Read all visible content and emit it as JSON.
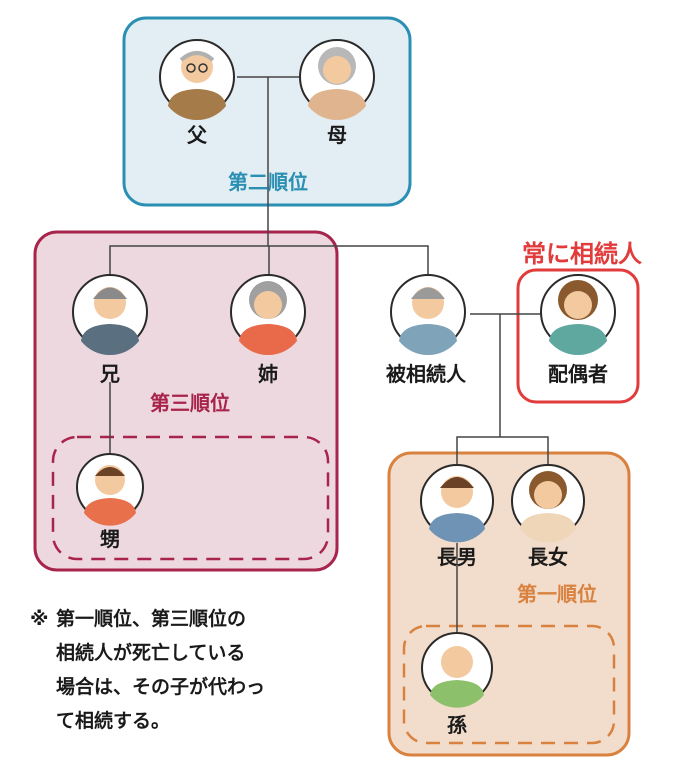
{
  "groups": {
    "rank2": {
      "label": "第二順位",
      "color": "#2b8fb3",
      "fill": "#e2eef3"
    },
    "rank3": {
      "label": "第三順位",
      "color": "#a8244d",
      "fill": "#ecd8de"
    },
    "rank1": {
      "label": "第一順位",
      "color": "#d9823f",
      "fill": "#f2dccb"
    },
    "spouse": {
      "label": "常に相続人",
      "color": "#e23b3b"
    }
  },
  "people": {
    "father": "父",
    "mother": "母",
    "older_brother": "兄",
    "older_sister": "姉",
    "deceased": "被相続人",
    "spouse": "配偶者",
    "nephew": "甥",
    "eldest_son": "長男",
    "eldest_daughter": "長女",
    "grandchild": "孫"
  },
  "note": {
    "mark": "※",
    "lines": [
      "第一順位、第三順位の",
      "相続人が死亡している",
      "場合は、その子が代わっ",
      "て相続する。"
    ]
  }
}
